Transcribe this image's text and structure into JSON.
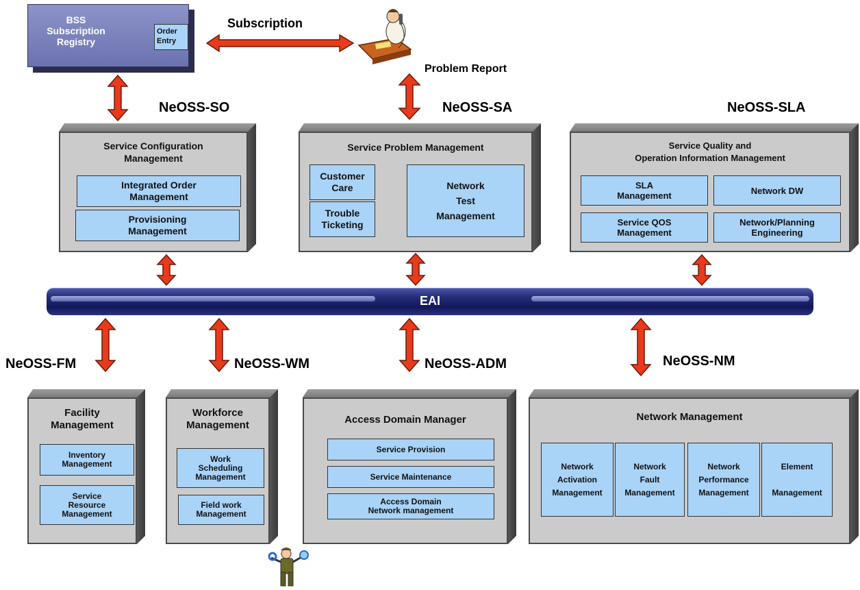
{
  "colors": {
    "module_face": "#cbcbcb",
    "sub_box": "#a9d3f7",
    "arrow": "#e83a1c",
    "bss": "#7a80bc",
    "eai": "#1e2670"
  },
  "bss": {
    "title": "BSS\nSubscription\nRegistry",
    "order_entry": "Order\nEntry"
  },
  "labels": {
    "subscription": "Subscription",
    "problem_report": "Problem Report",
    "eai": "EAI"
  },
  "neoss": {
    "so": "NeOSS-SO",
    "sa": "NeOSS-SA",
    "sla": "NeOSS-SLA",
    "fm": "NeOSS-FM",
    "wm": "NeOSS-WM",
    "adm": "NeOSS-ADM",
    "nm": "NeOSS-NM"
  },
  "modules": {
    "scm": {
      "title": "Service Configuration\nManagement",
      "items": [
        "Integrated  Order\nManagement",
        "Provisioning\nManagement"
      ]
    },
    "spm": {
      "title": "Service Problem Management",
      "items": [
        "Customer\nCare",
        "Trouble\nTicketing",
        "Network\nTest\nManagement"
      ]
    },
    "sqm": {
      "title": "Service Quality and\nOperation Information Management",
      "items": [
        "SLA\nManagement",
        "Network DW",
        "Service QOS\nManagement",
        "Network/Planning\nEngineering"
      ]
    },
    "fm": {
      "title": "Facility\nManagement",
      "items": [
        "Inventory\nManagement",
        "Service\nResource\nManagement"
      ]
    },
    "wm": {
      "title": "Workforce\nManagement",
      "items": [
        "Work\nScheduling\nManagement",
        "Field work\nManagement"
      ]
    },
    "adm": {
      "title": "Access Domain Manager",
      "items": [
        "Service Provision",
        "Service Maintenance",
        "Access Domain\nNetwork management"
      ]
    },
    "nm": {
      "title": "Network Management",
      "items": [
        "Network\nActivation\nManagement",
        "Network\nFault\nManagement",
        "Network\nPerformance\nManagement",
        "Element\n\nManagement"
      ]
    }
  },
  "icons": {
    "phone_person": "person-on-phone-icon",
    "worker": "worker-with-tools-icon"
  }
}
